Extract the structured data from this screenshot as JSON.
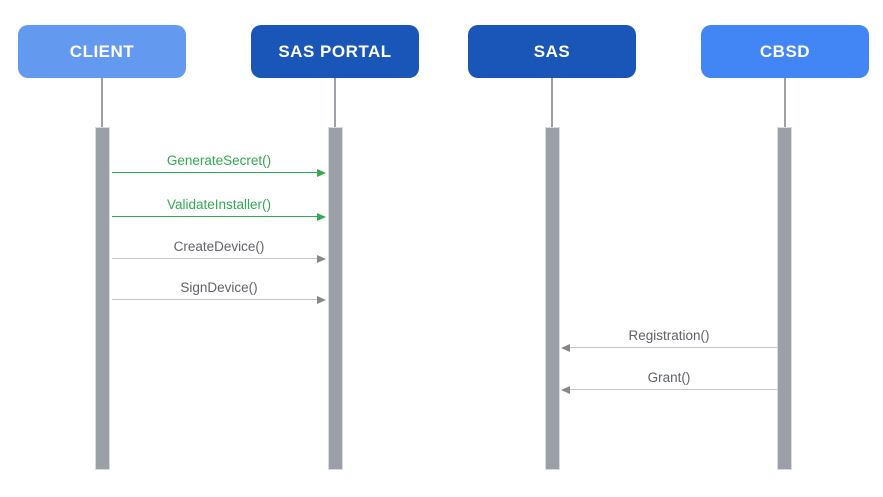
{
  "diagram": {
    "type": "sequence-diagram",
    "background_color": "#ffffff",
    "lifeline": {
      "stub_color": "#9AA0A6",
      "bar_fill": "#9AA0A6",
      "bar_border": "#D8DBDF"
    },
    "actors": [
      {
        "id": "client",
        "label": "CLIENT",
        "fill": "#639AF0",
        "text_color": "#ffffff"
      },
      {
        "id": "sas-portal",
        "label": "SAS PORTAL",
        "fill": "#1A55B8",
        "text_color": "#ffffff"
      },
      {
        "id": "sas",
        "label": "SAS",
        "fill": "#1A55B8",
        "text_color": "#ffffff"
      },
      {
        "id": "cbsd",
        "label": "CBSD",
        "fill": "#4285F4",
        "text_color": "#ffffff"
      }
    ],
    "messages": [
      {
        "label": "GenerateSecret()",
        "from": "client",
        "to": "sas-portal",
        "direction": "right",
        "label_color": "#34A853",
        "line_color": "#34A853",
        "head_color": "#34A853"
      },
      {
        "label": "ValidateInstaller()",
        "from": "client",
        "to": "sas-portal",
        "direction": "right",
        "label_color": "#34A853",
        "line_color": "#34A853",
        "head_color": "#34A853"
      },
      {
        "label": "CreateDevice()",
        "from": "client",
        "to": "sas-portal",
        "direction": "right",
        "label_color": "#5F6368",
        "line_color": "#C2C5C9",
        "head_color": "#84888D"
      },
      {
        "label": "SignDevice()",
        "from": "client",
        "to": "sas-portal",
        "direction": "right",
        "label_color": "#5F6368",
        "line_color": "#C2C5C9",
        "head_color": "#84888D"
      },
      {
        "label": "Registration()",
        "from": "cbsd",
        "to": "sas",
        "direction": "left",
        "label_color": "#5F6368",
        "line_color": "#C2C5C9",
        "head_color": "#84888D"
      },
      {
        "label": "Grant()",
        "from": "cbsd",
        "to": "sas",
        "direction": "left",
        "label_color": "#5F6368",
        "line_color": "#C2C5C9",
        "head_color": "#84888D"
      }
    ]
  }
}
